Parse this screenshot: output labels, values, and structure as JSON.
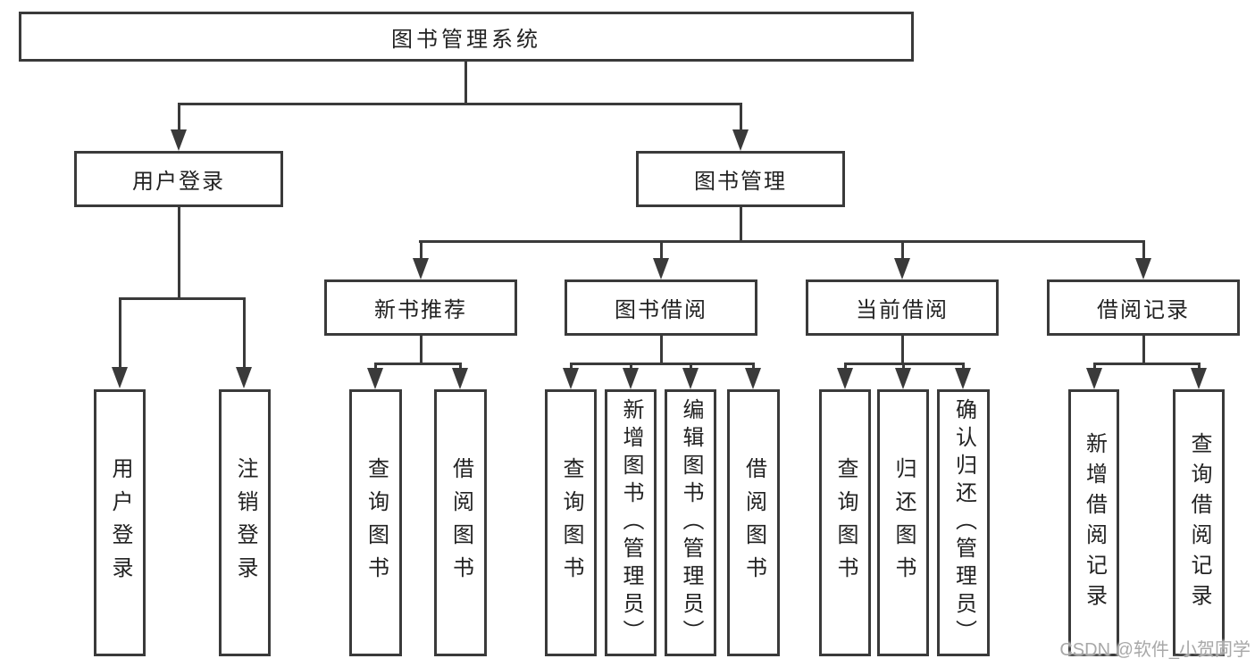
{
  "diagram": {
    "title": "图书管理系统",
    "root": {
      "label": "图书管理系统"
    },
    "user_login": {
      "label": "用户登录",
      "children": [
        {
          "label": "用户登录"
        },
        {
          "label": "注销登录"
        }
      ]
    },
    "book_mgmt": {
      "label": "图书管理",
      "sections": [
        {
          "label": "新书推荐",
          "children": [
            {
              "label": "查询图书"
            },
            {
              "label": "借阅图书"
            }
          ]
        },
        {
          "label": "图书借阅",
          "children": [
            {
              "label": "查询图书"
            },
            {
              "label": "新增图书（管理员）"
            },
            {
              "label": "编辑图书（管理员）"
            },
            {
              "label": "借阅图书"
            }
          ]
        },
        {
          "label": "当前借阅",
          "children": [
            {
              "label": "查询图书"
            },
            {
              "label": "归还图书"
            },
            {
              "label": "确认归还（管理员）"
            }
          ]
        },
        {
          "label": "借阅记录",
          "children": [
            {
              "label": "新增借阅记录"
            },
            {
              "label": "查询借阅记录"
            }
          ]
        }
      ]
    },
    "colors": {
      "line": "#3a3a3a",
      "text": "#222222",
      "background": "#ffffff",
      "watermark": "#a8a8a8"
    }
  },
  "watermark": {
    "text": "CSDN @软件_小贺同学"
  }
}
